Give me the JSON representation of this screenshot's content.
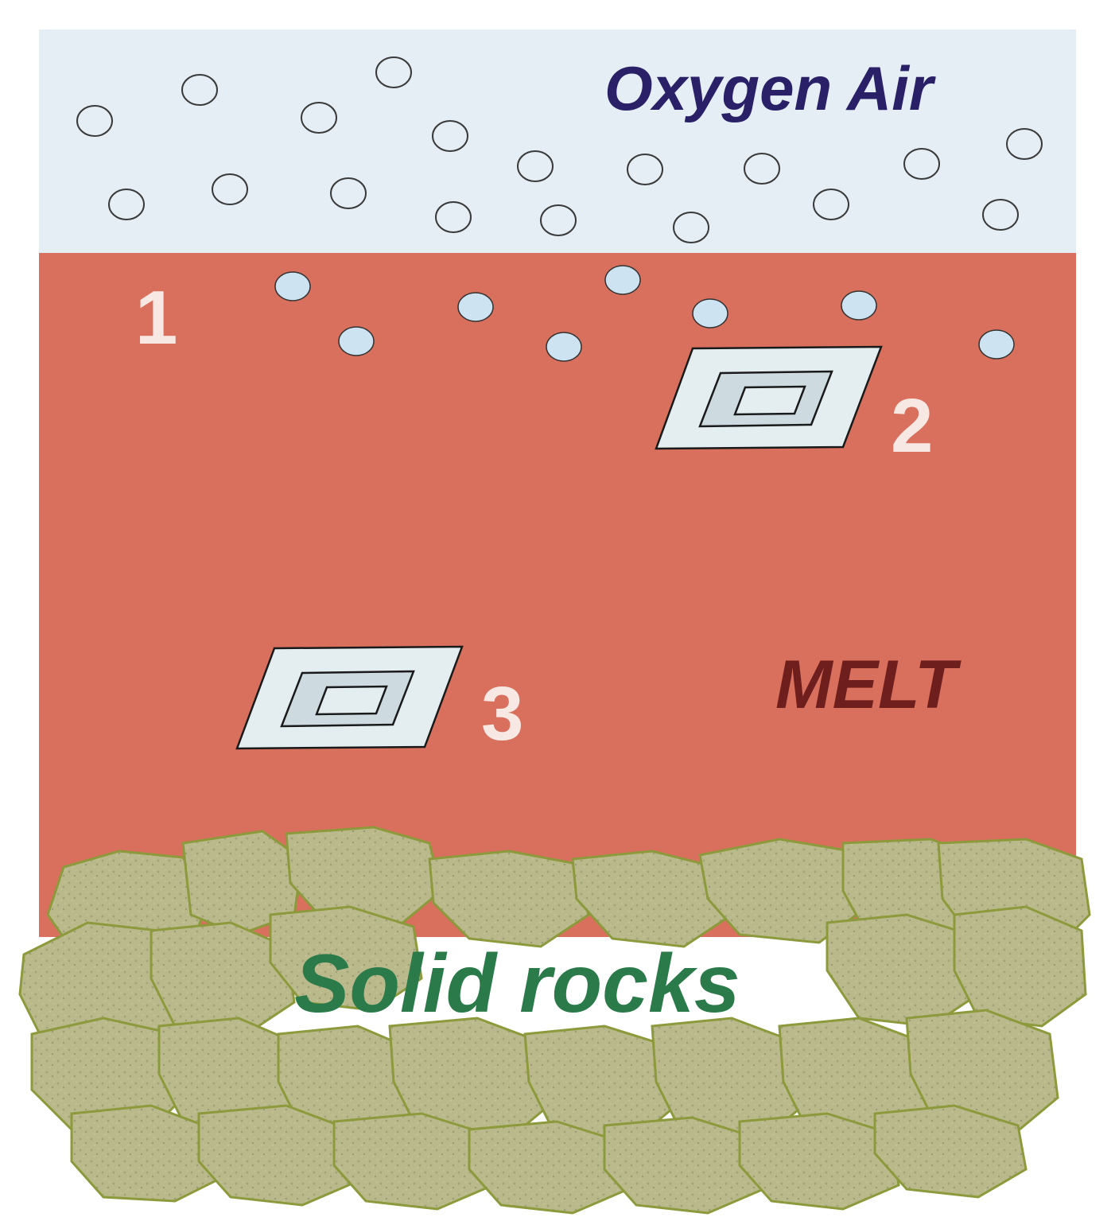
{
  "labels": {
    "air": "Oxygen Air",
    "melt": "MELT",
    "rocks": "Solid rocks",
    "num1": "1",
    "num2": "2",
    "num3": "3"
  },
  "colors": {
    "air": "#e4eef4",
    "melt": "#d8705d",
    "rock_fill": "#b9b98b",
    "rock_stroke": "#8c9a3c",
    "air_text": "#2a2068",
    "melt_text": "#6e1e1c",
    "rocks_text": "#2a7a4a",
    "number_text": "#f8e8e4",
    "bubble_fill": "#cde3f2",
    "crystal_outer": "#e4eef1",
    "crystal_inner": "#cddbe0"
  },
  "icons": {
    "air_bubble": "hollow-circle-icon",
    "melt_bubble": "filled-circle-icon",
    "crystal": "nested-parallelogram-icon"
  }
}
